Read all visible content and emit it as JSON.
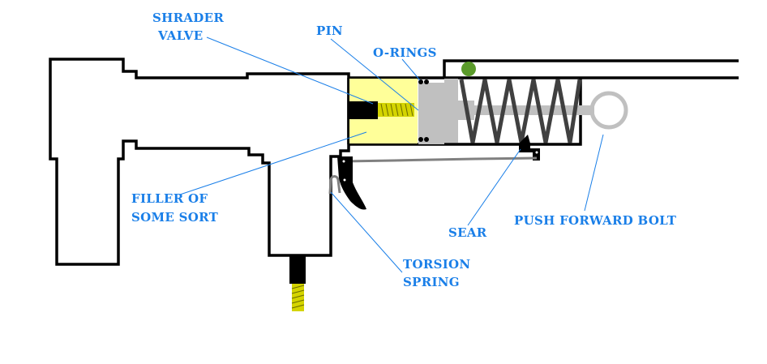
{
  "diagram": {
    "title": "",
    "colors": {
      "label": "#1a7fe8",
      "leader": "#1a7fe8",
      "outline": "#000000",
      "filler": "#ffff99",
      "threads": "#d4d400",
      "plunger": "#c0c0c0",
      "spring": "#404040",
      "indicator": "#5a9a2a",
      "linkage": "#808080"
    },
    "labels": {
      "shrader_valve": [
        "SHRADER",
        "VALVE"
      ],
      "pin": [
        "PIN"
      ],
      "o_rings": [
        "O-RINGS"
      ],
      "filler": [
        "FILLER OF",
        "SOME SORT"
      ],
      "torsion_spring": [
        "TORSION",
        "SPRING"
      ],
      "sear": [
        "SEAR"
      ],
      "push_forward_bolt": [
        "PUSH FORWARD BOLT"
      ]
    },
    "components": [
      "receiver-body",
      "barrel",
      "grip",
      "air-fitting",
      "filler-block",
      "shrader-valve",
      "pin",
      "o-rings",
      "plunger",
      "main-spring",
      "bolt-rod",
      "bolt-handle-ring",
      "sear",
      "trigger",
      "trigger-linkage",
      "torsion-spring",
      "indicator-dot"
    ]
  }
}
